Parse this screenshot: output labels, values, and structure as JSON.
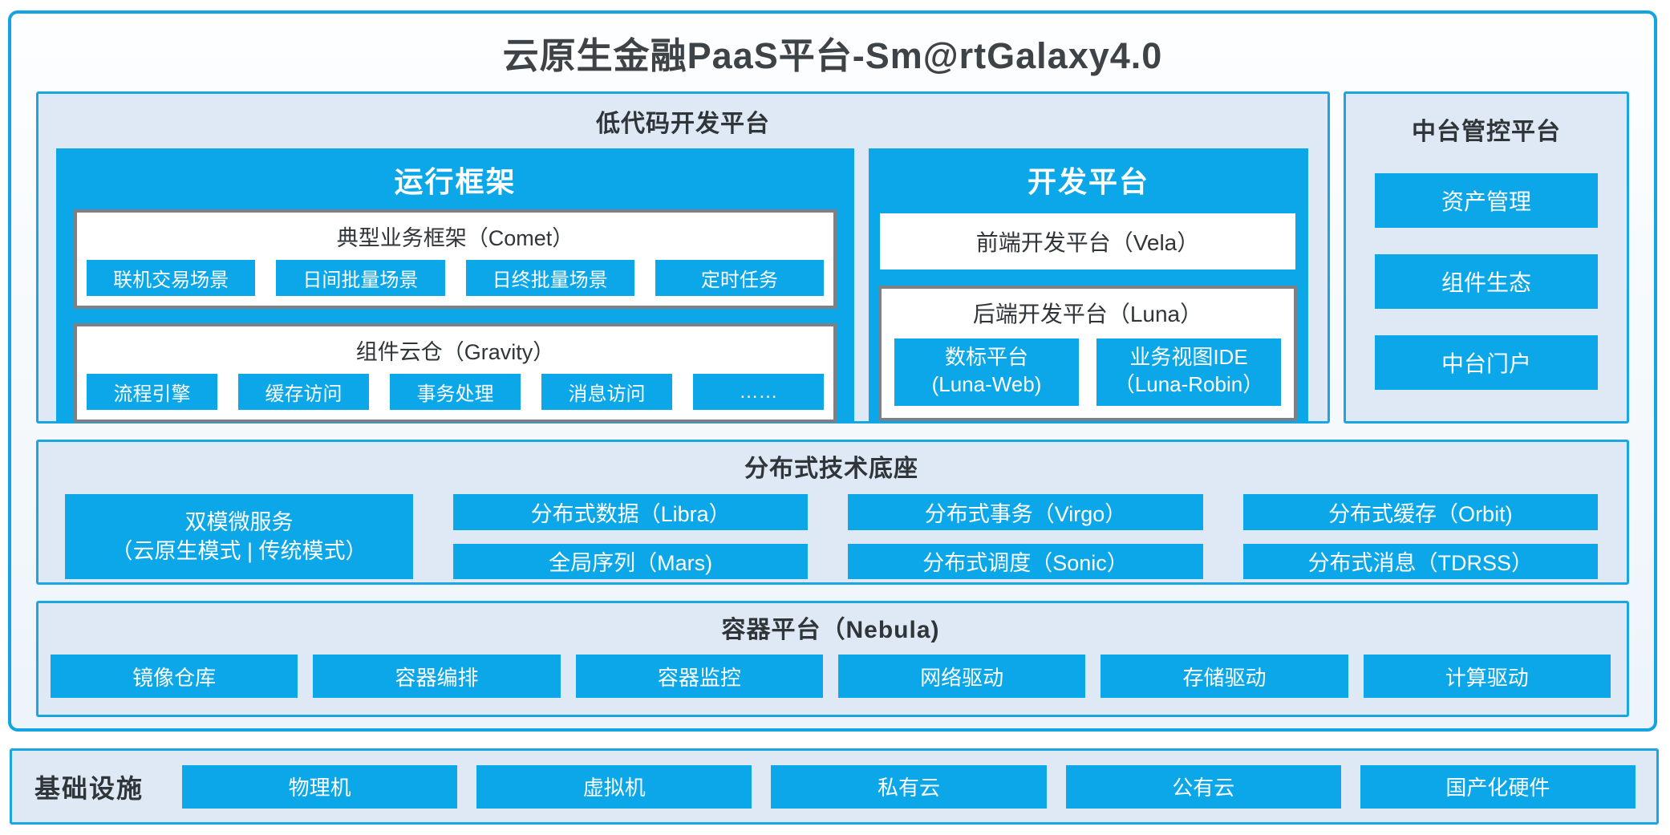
{
  "page": {
    "title": "云原生金融PaaS平台-Sm@rtGalaxy4.0"
  },
  "low_code": {
    "title": "低代码开发平台",
    "runtime": {
      "title": "运行框架",
      "comet": {
        "title": "典型业务框架（Comet）",
        "items": [
          "联机交易场景",
          "日间批量场景",
          "日终批量场景",
          "定时任务"
        ]
      },
      "gravity": {
        "title": "组件云仓（Gravity）",
        "items": [
          "流程引擎",
          "缓存访问",
          "事务处理",
          "消息访问",
          "……"
        ]
      }
    },
    "dev": {
      "title": "开发平台",
      "vela": "前端开发平台（Vela）",
      "luna": {
        "title": "后端开发平台（Luna）",
        "items": [
          {
            "lines": [
              "数标平台",
              "(Luna-Web)"
            ]
          },
          {
            "lines": [
              "业务视图IDE",
              "（Luna-Robin）"
            ]
          }
        ]
      }
    }
  },
  "governance": {
    "title": "中台管控平台",
    "items": [
      "资产管理",
      "组件生态",
      "中台门户"
    ]
  },
  "distributed": {
    "title": "分布式技术底座",
    "dual_microservice": {
      "lines": [
        "双模微服务",
        "（云原生模式 | 传统模式）"
      ]
    },
    "columns": [
      [
        "分布式数据（Libra）",
        "全局序列（Mars)"
      ],
      [
        "分布式事务（Virgo）",
        "分布式调度（Sonic）"
      ],
      [
        "分布式缓存（Orbit)",
        "分布式消息（TDRSS）"
      ]
    ]
  },
  "container_platform": {
    "title": "容器平台（Nebula)",
    "items": [
      "镜像仓库",
      "容器编排",
      "容器监控",
      "网络驱动",
      "存储驱动",
      "计算驱动"
    ]
  },
  "infrastructure": {
    "title": "基础设施",
    "items": [
      "物理机",
      "虚拟机",
      "私有云",
      "公有云",
      "国产化硬件"
    ]
  },
  "colors": {
    "accent_blue": "#0ba7e8",
    "panel_fill": "#dfe9f5",
    "panel_border": "#1ba6e2",
    "outer_border": "#14a4e1",
    "gray_box_border": "#7d8084",
    "dark_text": "#2f3538",
    "title_text": "#3e4347"
  }
}
